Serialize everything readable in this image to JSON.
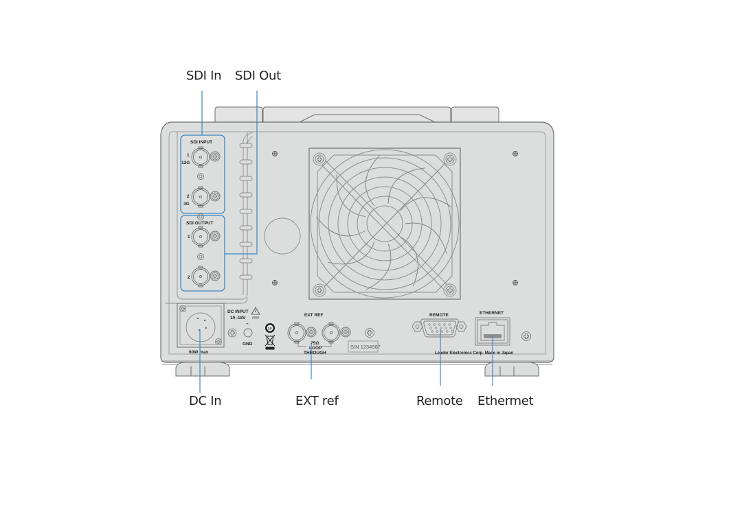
{
  "callouts": {
    "sdi_in": "SDI In",
    "sdi_out": "SDI Out",
    "dc_in": "DC In",
    "ext_ref": "EXT ref",
    "remote": "Remote",
    "ethernet": "Ethermet"
  },
  "panel_labels": {
    "sdi_input": "SDI   INPUT",
    "sdi_input_1": "1",
    "sdi_input_1_rate": "12G",
    "sdi_input_2": "2",
    "sdi_input_2_rate": "3G",
    "sdi_output": "SDI   OUTPUT",
    "sdi_output_1": "1",
    "sdi_output_2": "2",
    "dc_input": "DC INPUT",
    "dc_voltage": "10–18V",
    "gnd": "GND",
    "power_rating": "60W   max",
    "ext_ref": "EXT   REF",
    "impedance": "75Ω",
    "loop": "LOOP",
    "through": "THROUGH",
    "serial": "S/N 1234567",
    "remote": "REMOTE",
    "ethernet": "ETHERNET",
    "maker": "Leader  Electronics  Corp.  Made  in  Japan",
    "eco_mark": "10"
  },
  "colors": {
    "leader_line": "#3a87c8",
    "panel": "#dcdedd",
    "outline": "#6d6f6e",
    "highlight_box": "#3a87c8"
  }
}
